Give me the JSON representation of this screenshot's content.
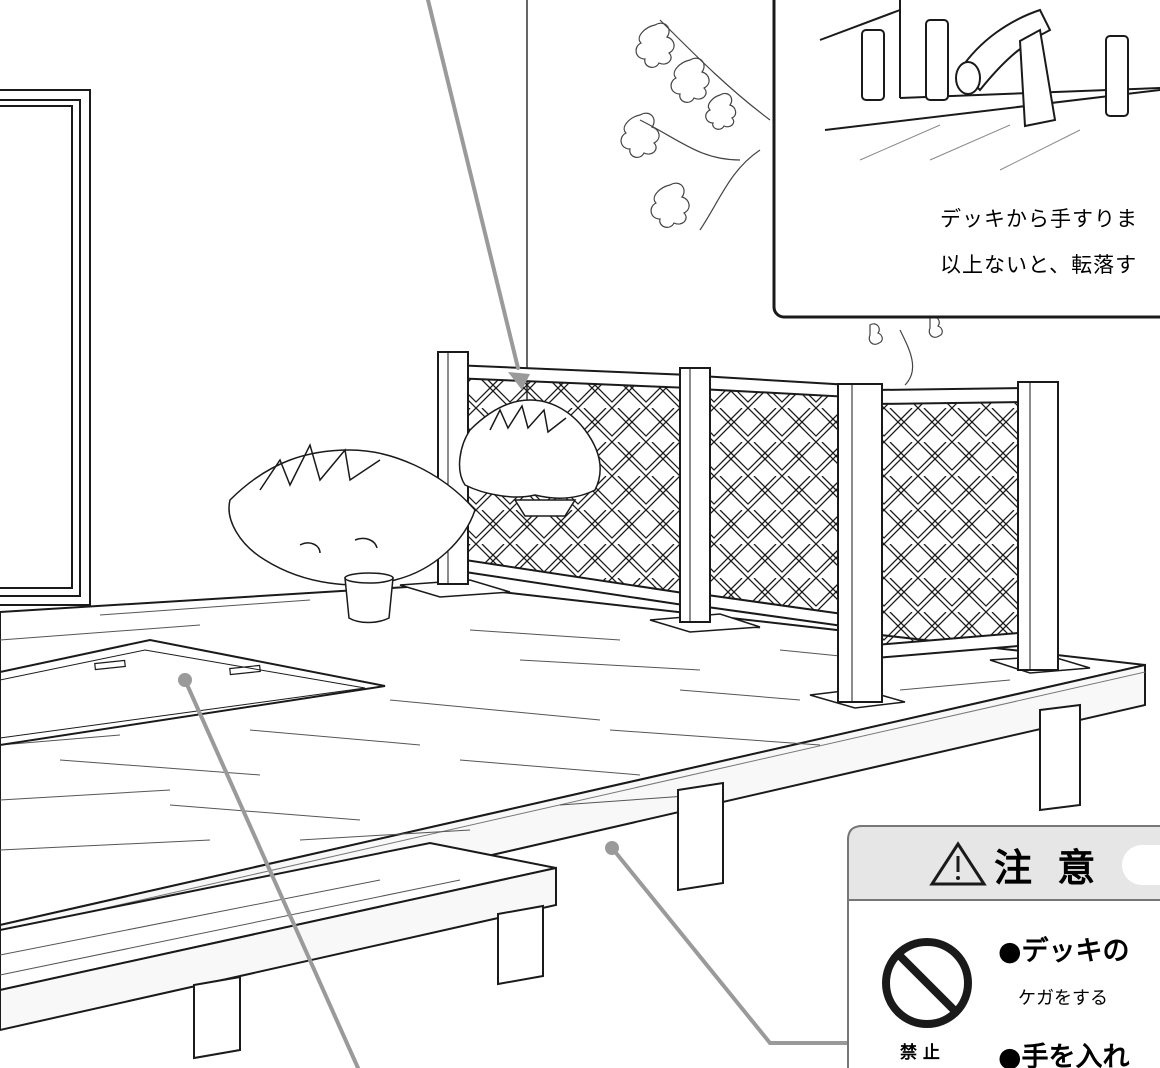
{
  "warning_box": {
    "line1": "デッキから手すりま",
    "line2": "以上ないと、転落す"
  },
  "caution_panel": {
    "title": "注 意",
    "prohibit_label": "禁 止",
    "item1": "●デッキの",
    "item1_sub": "ケガをする",
    "item2": "●手を入れ"
  },
  "icons": [
    "warning-triangle-icon",
    "prohibition-icon"
  ],
  "colors": {
    "line": "#1a1a1a",
    "leader": "#9a9a9a",
    "panel_header": "#e6e6e6"
  }
}
